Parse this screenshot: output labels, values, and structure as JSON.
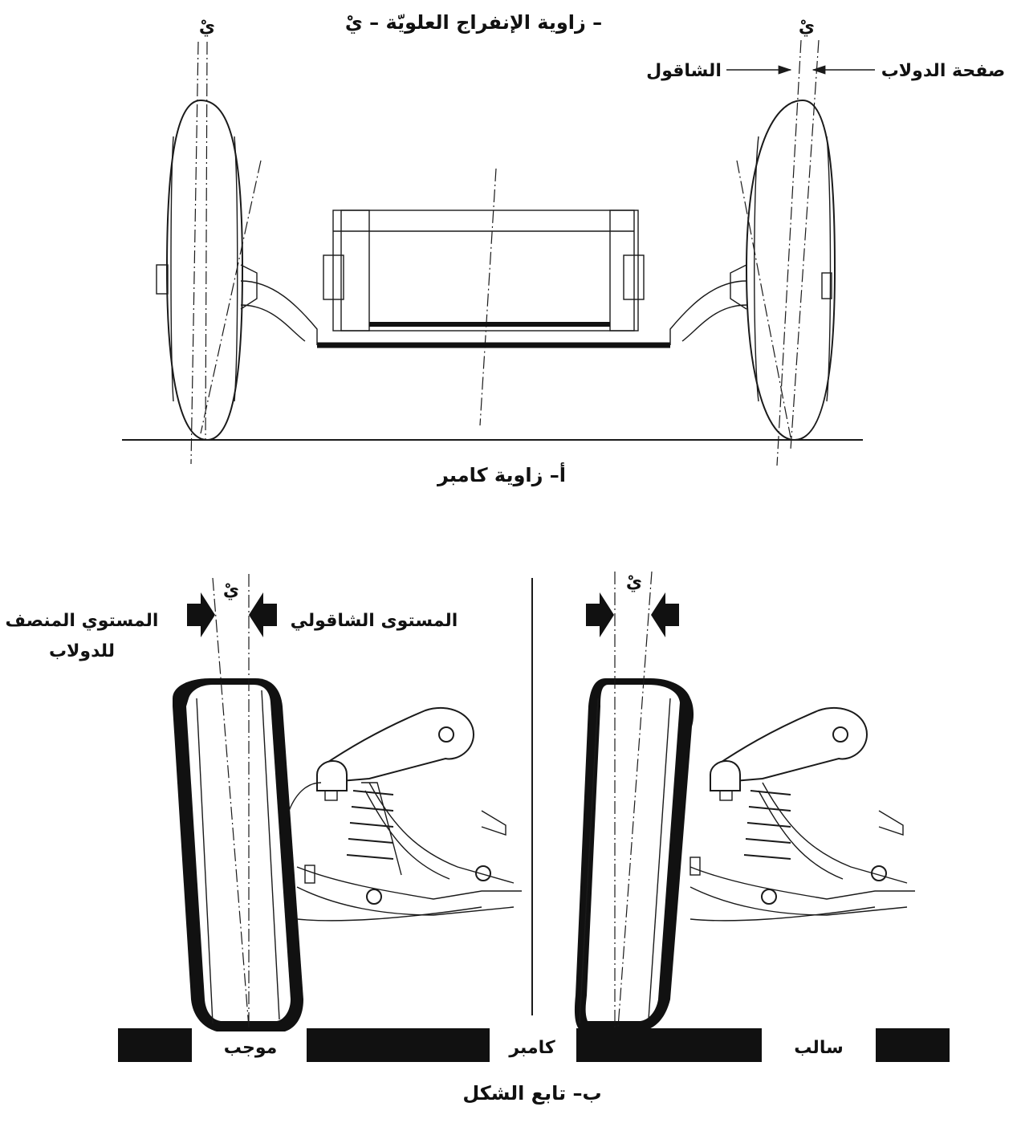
{
  "part_a": {
    "top_title": "– زاوية الإنفراج العلويّة – يْ",
    "angle_left": "يْ",
    "angle_right": "يْ",
    "label_vertical": "الشاقول",
    "label_wheel_face": "صفحة الدولاب",
    "caption": "أ– زاوية كامبر"
  },
  "part_b": {
    "angle_left": "يْ",
    "angle_right": "يْ",
    "label_wheel_midplane_line1": "المستوي المنصف",
    "label_wheel_midplane_line2": "للدولاب",
    "label_vertical_plane": "المستوى الشاقولي",
    "bar_positive": "موجب",
    "bar_camber": "كامبر",
    "bar_negative": "سالب",
    "caption": "ب– تابع الشكل"
  }
}
